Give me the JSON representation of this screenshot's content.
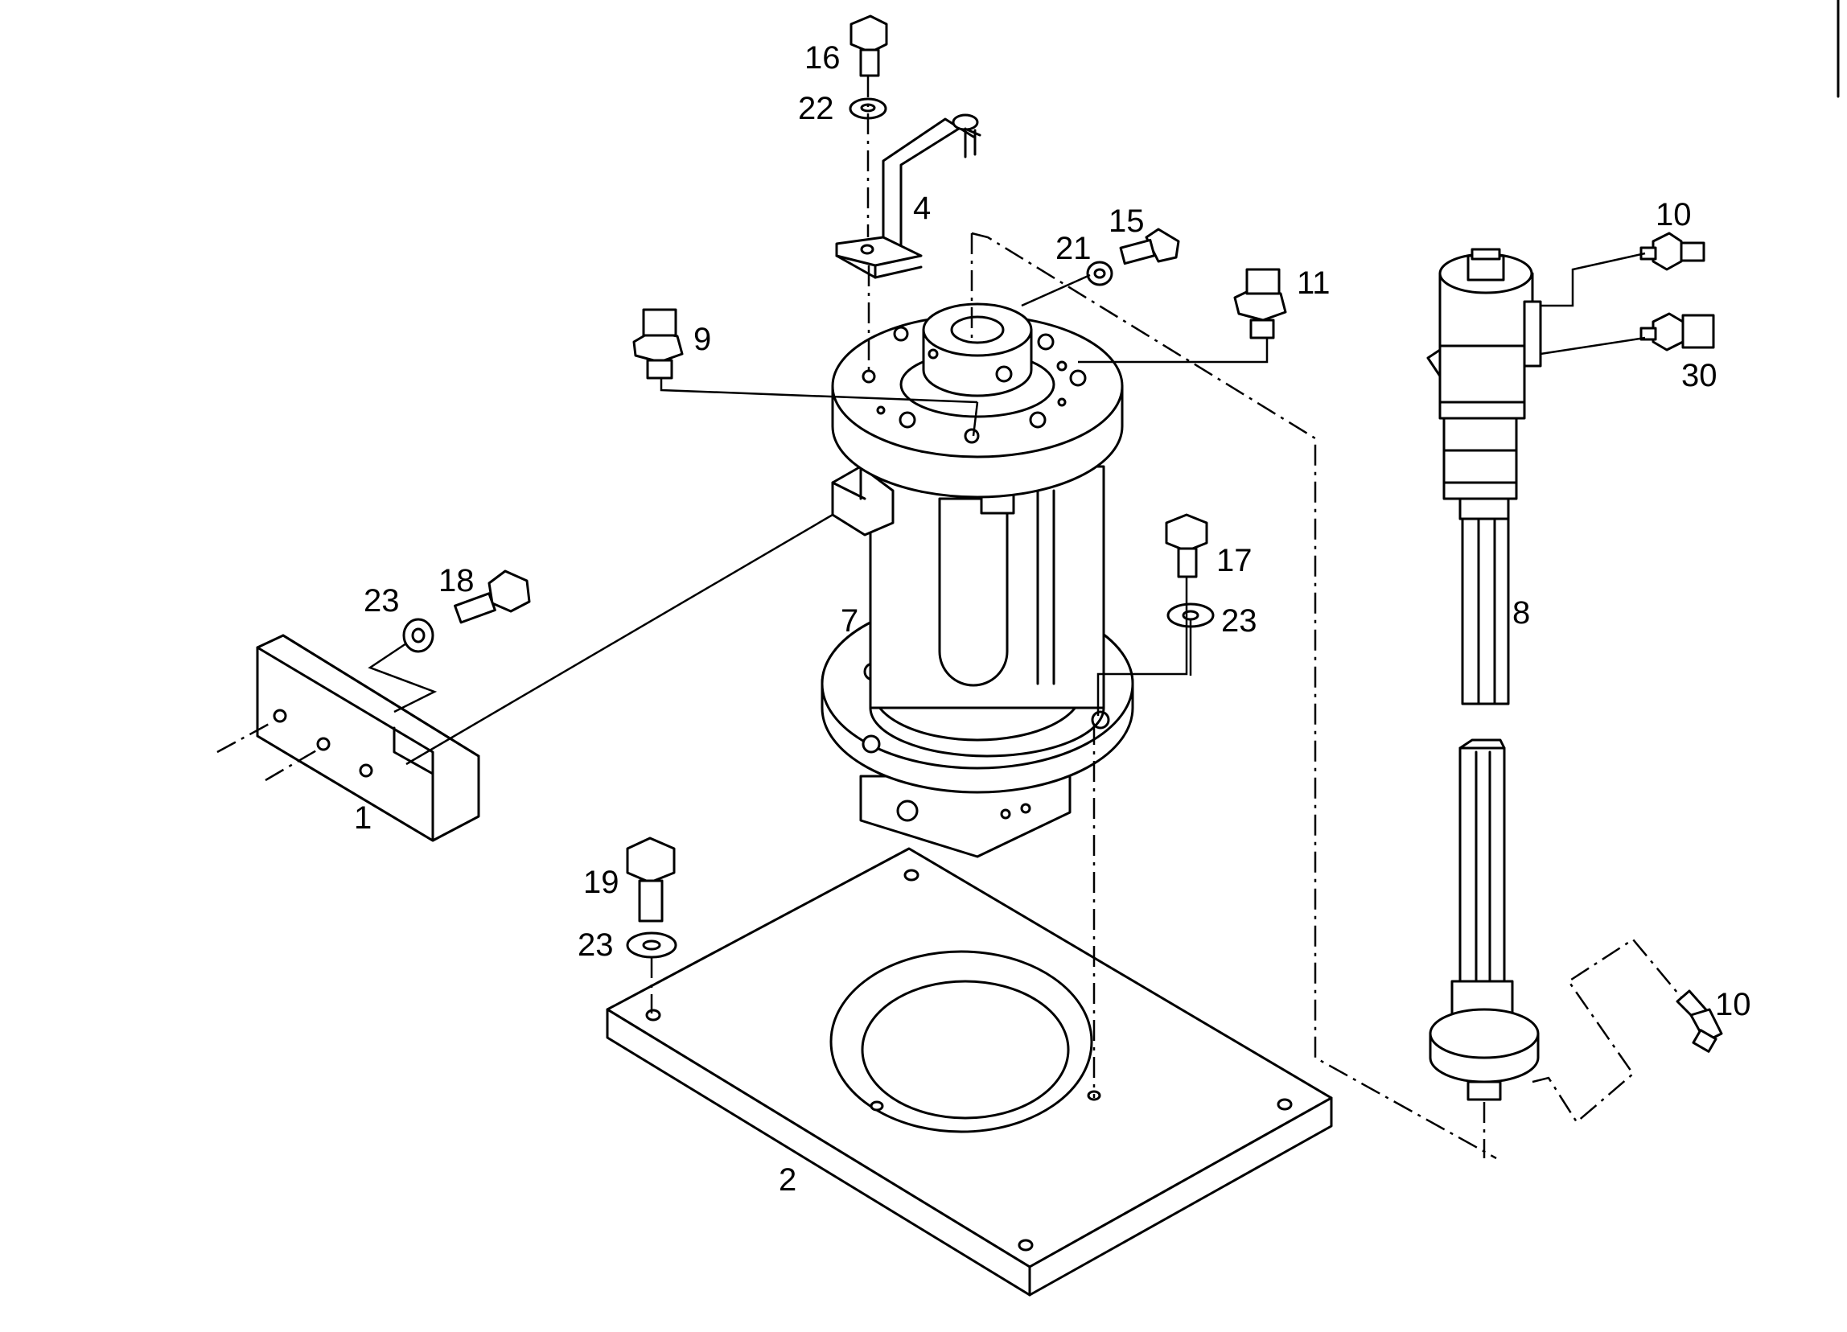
{
  "parts": [
    {
      "id": "p1",
      "label": "1"
    },
    {
      "id": "p2",
      "label": "2"
    },
    {
      "id": "p4",
      "label": "4"
    },
    {
      "id": "p7",
      "label": "7"
    },
    {
      "id": "p8",
      "label": "8"
    },
    {
      "id": "p9",
      "label": "9"
    },
    {
      "id": "p10a",
      "label": "10"
    },
    {
      "id": "p10b",
      "label": "10"
    },
    {
      "id": "p11",
      "label": "11"
    },
    {
      "id": "p15",
      "label": "15"
    },
    {
      "id": "p16",
      "label": "16"
    },
    {
      "id": "p17",
      "label": "17"
    },
    {
      "id": "p18",
      "label": "18"
    },
    {
      "id": "p19",
      "label": "19"
    },
    {
      "id": "p21",
      "label": "21"
    },
    {
      "id": "p22",
      "label": "22"
    },
    {
      "id": "p23a",
      "label": "23"
    },
    {
      "id": "p23b",
      "label": "23"
    },
    {
      "id": "p23c",
      "label": "23"
    },
    {
      "id": "p30",
      "label": "30"
    }
  ]
}
